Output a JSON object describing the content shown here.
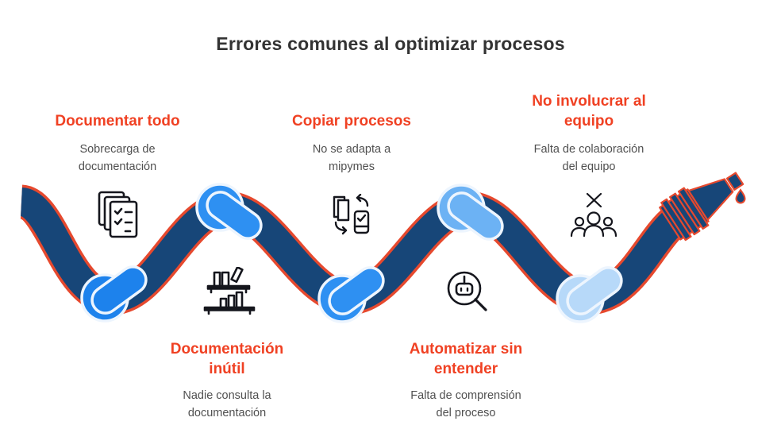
{
  "title": "Errores comunes al optimizar procesos",
  "items": [
    {
      "heading": "Documentar todo",
      "subtitle": "Sobrecarga de documentación",
      "icon": "documents-checklist-icon"
    },
    {
      "heading": "Copiar procesos",
      "subtitle": "No se adapta a mipymes",
      "icon": "copy-sync-phone-icon"
    },
    {
      "heading": "No involucrar al equipo",
      "subtitle": "Falta de colaboración del equipo",
      "icon": "team-crossed-out-icon"
    },
    {
      "heading": "Documentación inútil",
      "subtitle": "Nadie consulta la documentación",
      "icon": "bookshelf-icon"
    },
    {
      "heading": "Automatizar sin entender",
      "subtitle": "Falta de comprensión del proceso",
      "icon": "robot-magnifier-icon"
    }
  ],
  "graphic": {
    "metaphor": "knotted-hose-with-dripping-nozzle",
    "knot_count": 5,
    "colors": {
      "title_text": "#333333",
      "heading_red": "#f04123",
      "subtitle_gray": "#505050",
      "hose_navy": "#174678",
      "hose_outline_red": "#e6492e",
      "knot_blue_1": "#1d82ec",
      "knot_blue_2": "#2e90f2",
      "knot_blue_3": "#2e90f2",
      "knot_blue_4": "#6cb2f4",
      "knot_blue_5": "#b7d9f9",
      "knot_outline": "#edf5fe",
      "icon_dark": "#15161d"
    }
  }
}
